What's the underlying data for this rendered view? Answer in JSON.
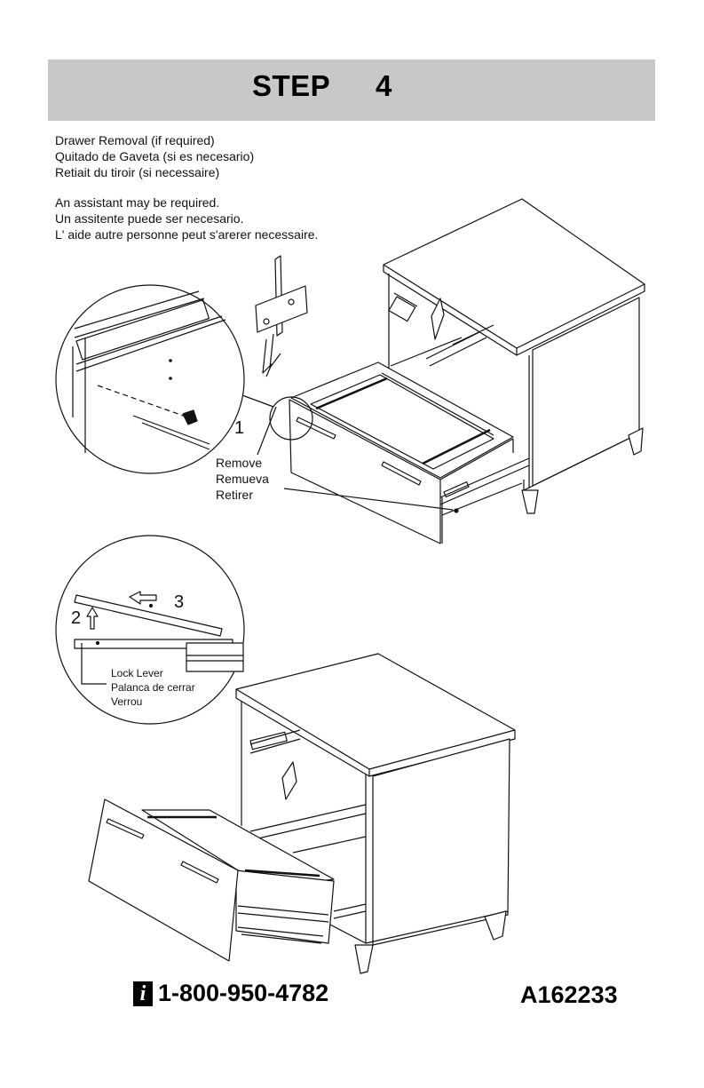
{
  "header": {
    "title": "STEP",
    "number": "4"
  },
  "heading_lines": [
    "Drawer Removal (if required)",
    "Quitado de Gaveta (si es necesario)",
    "Retiait du tiroir (si necessaire)"
  ],
  "assistant_lines": [
    "An assistant may be required.",
    "Un assitente puede ser necesario.",
    "L' aide autre personne peut s'arerer necessaire."
  ],
  "step_labels": {
    "one": "1",
    "two": "2",
    "three": "3"
  },
  "remove_lines": [
    "Remove",
    "Remueva",
    "Retirer"
  ],
  "lock_lever_lines": [
    "Lock Lever",
    "Palanca de cerrar",
    "Verrou"
  ],
  "footer": {
    "info_icon": "i",
    "phone": "1-800-950-4782",
    "model": "A162233"
  }
}
